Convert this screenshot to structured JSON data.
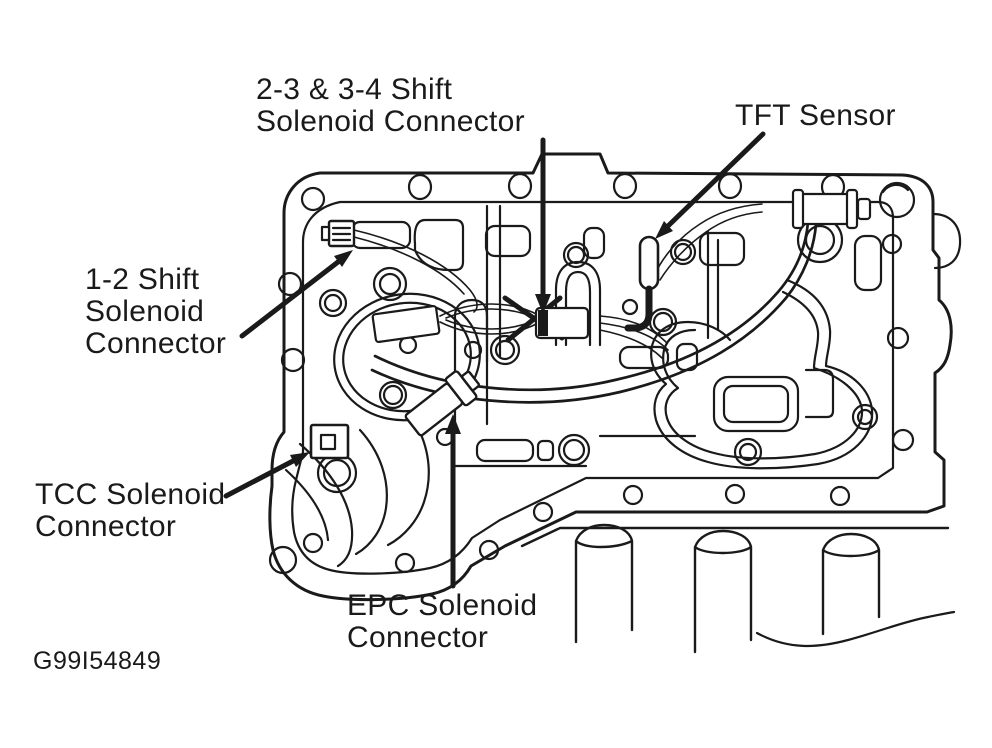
{
  "figure": {
    "code": "G99I54849"
  },
  "colors": {
    "ink": "#1a1a1a",
    "background": "#ffffff"
  },
  "labels": {
    "shift_23_34": {
      "lines": [
        "2-3 & 3-4 Shift",
        "Solenoid Connector"
      ]
    },
    "tft_sensor": {
      "lines": [
        "TFT Sensor"
      ]
    },
    "shift_12": {
      "lines": [
        "1-2 Shift",
        "Solenoid",
        "Connector"
      ]
    },
    "tcc": {
      "lines": [
        "TCC Solenoid",
        "Connector"
      ]
    },
    "epc": {
      "lines": [
        "EPC Solenoid",
        "Connector"
      ]
    }
  }
}
